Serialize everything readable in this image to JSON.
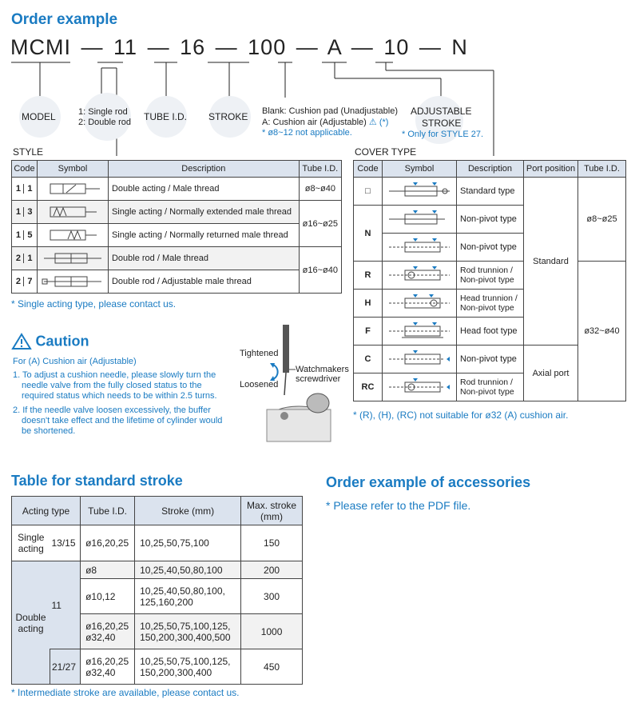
{
  "order_example": {
    "title": "Order example",
    "code_parts": [
      "MCMI",
      "—",
      "11",
      "—",
      "16",
      "—",
      "100",
      "—",
      "A",
      "—",
      "10",
      "—",
      "N"
    ],
    "model_label": "MODEL",
    "style_option_1": "1: Single rod",
    "style_option_2": "2: Double rod",
    "tube_id_label": "TUBE I.D.",
    "stroke_label": "STROKE",
    "cushion_blank": "Blank: Cushion pad (Unadjustable)",
    "cushion_a": "A: Cushion air (Adjustable)",
    "cushion_a_mark": "(*)",
    "cushion_note": "* ø8~12 not applicable.",
    "adjustable_stroke_1": "ADJUSTABLE",
    "adjustable_stroke_2": "STROKE",
    "adjustable_note": "* Only for STYLE 27."
  },
  "style": {
    "heading": "STYLE",
    "columns": [
      "Code",
      "Symbol",
      "Description",
      "Tube I.D."
    ],
    "rows": [
      {
        "c1": "1",
        "c2": "1",
        "description": "Double acting / Male thread",
        "tube": "ø8~ø40"
      },
      {
        "c1": "1",
        "c2": "3",
        "description": "Single acting / Normally extended male thread",
        "tube": "ø16~ø25"
      },
      {
        "c1": "1",
        "c2": "5",
        "description": "Single acting / Normally returned male thread",
        "tube": ""
      },
      {
        "c1": "2",
        "c2": "1",
        "description": "Double rod / Male thread",
        "tube": "ø16~ø40"
      },
      {
        "c1": "2",
        "c2": "7",
        "description": "Double rod / Adjustable male thread",
        "tube": ""
      }
    ],
    "note": "* Single acting type, please contact us."
  },
  "cover": {
    "heading": "COVER TYPE",
    "columns": [
      "Code",
      "Symbol",
      "Description",
      "Port position",
      "Tube I.D."
    ],
    "rows": [
      {
        "code": "□",
        "description": "Standard type"
      },
      {
        "code": "N",
        "description": "Non-pivot type"
      },
      {
        "code": "",
        "description": "Non-pivot type"
      },
      {
        "code": "R",
        "description": "Rod trunnion / Non-pivot type"
      },
      {
        "code": "H",
        "description": "Head trunnion / Non-pivot type"
      },
      {
        "code": "F",
        "description": "Head foot type"
      },
      {
        "code": "C",
        "description": "Non-pivot type"
      },
      {
        "code": "RC",
        "description": "Rod trunnion / Non-pivot type"
      }
    ],
    "port_standard": "Standard",
    "port_axial": "Axial port",
    "tube_1": "ø8~ø25",
    "tube_2": "ø32~ø40",
    "note": "* (R), (H), (RC) not suitable for ø32 (A) cushion air."
  },
  "caution": {
    "title": "Caution",
    "subtitle": "For (A) Cushion air (Adjustable)",
    "item1": "1. To adjust a cushion needle, please slowly turn the needle valve from the fully closed status to the required status which needs to be within 2.5 turns.",
    "item2": "2. If the needle valve loosen excessively, the buffer doesn't take effect and the lifetime of cylinder would be shortened.",
    "tightened": "Tightened",
    "loosened": "Loosened",
    "watchmakers": "Watchmakers",
    "screwdriver": "screwdriver"
  },
  "stroke_table": {
    "title": "Table for standard stroke",
    "headers": [
      "Acting type",
      "Tube I.D.",
      "Stroke (mm)",
      "Max. stroke (mm)"
    ],
    "single_acting": "Single acting",
    "single_sub": "13/15",
    "double_acting": "Double acting",
    "double_sub_11": "11",
    "double_sub_2127": "21/27",
    "rows": [
      {
        "tube": "ø16,20,25",
        "stroke": "10,25,50,75,100",
        "max": "150"
      },
      {
        "tube": "ø8",
        "stroke": "10,25,40,50,80,100",
        "max": "200"
      },
      {
        "tube": "ø10,12",
        "stroke": "10,25,40,50,80,100, 125,160,200",
        "max": "300"
      },
      {
        "tube": "ø16,20,25 ø32,40",
        "stroke": "10,25,50,75,100,125, 150,200,300,400,500",
        "max": "1000"
      },
      {
        "tube": "ø16,20,25 ø32,40",
        "stroke": "10,25,50,75,100,125, 150,200,300,400",
        "max": "450"
      }
    ],
    "note": "* Intermediate stroke are available, please contact us."
  },
  "accessories": {
    "title": "Order example of accessories",
    "note": "* Please refer to the PDF file."
  },
  "colors": {
    "accent": "#1a7bc2",
    "header_bg": "#dbe3ee"
  }
}
